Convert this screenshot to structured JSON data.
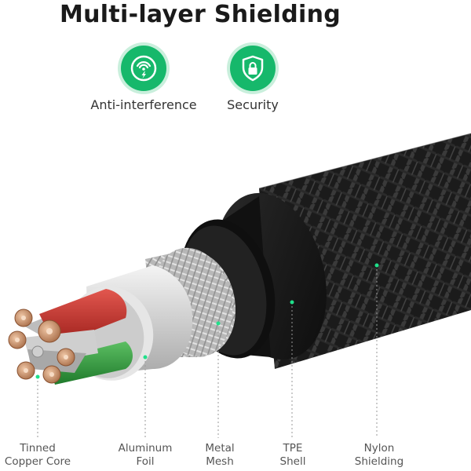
{
  "title": "Multi-layer Shielding",
  "features": [
    {
      "label": "Anti-interference",
      "icon": "signal-shield-icon"
    },
    {
      "label": "Security",
      "icon": "lock-shield-icon"
    }
  ],
  "colors": {
    "accent": "#16b86b",
    "accent_light": "#c9efdc",
    "title": "#1a1a1a",
    "label": "#555555"
  },
  "layers": [
    {
      "line1": "Tinned",
      "line2": "Copper Core"
    },
    {
      "line1": "Aluminum",
      "line2": "Foil"
    },
    {
      "line1": "Metal",
      "line2": "Mesh"
    },
    {
      "line1": "TPE",
      "line2": "Shell"
    },
    {
      "line1": "Nylon",
      "line2": "Shielding"
    }
  ]
}
